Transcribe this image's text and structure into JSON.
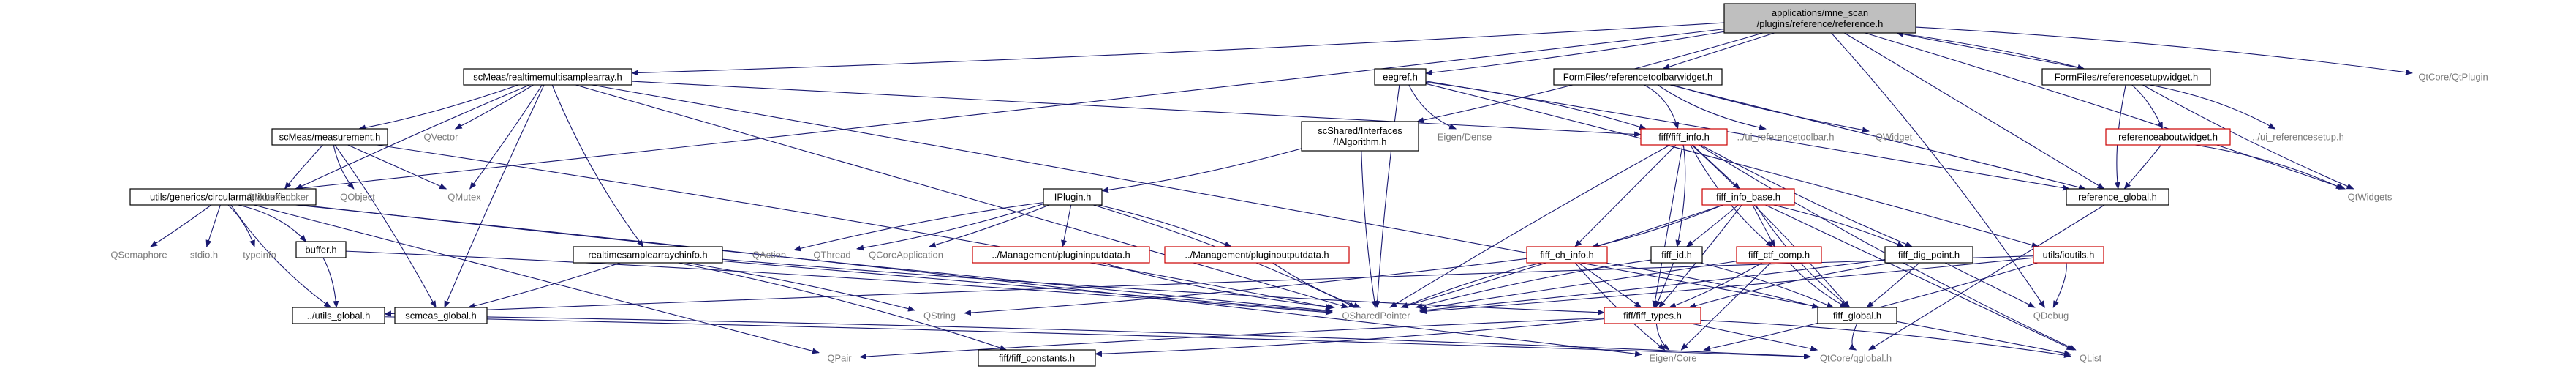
{
  "title": "applications/mne_scan/plugins/reference/reference.h include dependency graph",
  "colors": {
    "edge": "#191970",
    "box_border": "#000000",
    "missing_border": "#cc0000",
    "root_fill": "#bfbfbf",
    "gray_text": "#7a7a7a"
  },
  "nodes": [
    {
      "id": "root",
      "lines": [
        "applications/mne_scan",
        "/plugins/reference/reference.h"
      ],
      "style": "root"
    },
    {
      "id": "sc_realtime_multisample",
      "lines": [
        "scMeas/realtimemultisamplearray.h"
      ],
      "style": "box"
    },
    {
      "id": "eegref",
      "lines": [
        "eegref.h"
      ],
      "style": "box"
    },
    {
      "id": "toolbar_widget",
      "lines": [
        "FormFiles/referencetoolbarwidget.h"
      ],
      "style": "box"
    },
    {
      "id": "setup_widget",
      "lines": [
        "FormFiles/referencesetupwidget.h"
      ],
      "style": "box"
    },
    {
      "id": "qtcore_qtplugin",
      "lines": [
        "QtCore/QtPlugin"
      ],
      "style": "plain"
    },
    {
      "id": "sc_measurement",
      "lines": [
        "scMeas/measurement.h"
      ],
      "style": "box"
    },
    {
      "id": "qvector",
      "lines": [
        "QVector"
      ],
      "style": "plain"
    },
    {
      "id": "ialgorithm",
      "lines": [
        "scShared/Interfaces",
        "/IAlgorithm.h"
      ],
      "style": "box"
    },
    {
      "id": "fiff_info",
      "lines": [
        "fiff/fiff_info.h"
      ],
      "style": "red"
    },
    {
      "id": "eigen_dense",
      "lines": [
        "Eigen/Dense"
      ],
      "style": "plain"
    },
    {
      "id": "ui_toolbar",
      "lines": [
        "../ui_referencetoolbar.h"
      ],
      "style": "plain"
    },
    {
      "id": "qwidget",
      "lines": [
        "QWidget"
      ],
      "style": "plain"
    },
    {
      "id": "about_widget",
      "lines": [
        "referenceaboutwidget.h"
      ],
      "style": "red"
    },
    {
      "id": "ui_setup",
      "lines": [
        "../ui_referencesetup.h"
      ],
      "style": "plain"
    },
    {
      "id": "circular_buffer",
      "lines": [
        "utils/generics/circularmatrixbuffer.h"
      ],
      "style": "box"
    },
    {
      "id": "qmutexlocker",
      "lines": [
        "QMutexLocker"
      ],
      "style": "plain"
    },
    {
      "id": "qobject",
      "lines": [
        "QObject"
      ],
      "style": "plain"
    },
    {
      "id": "qmutex",
      "lines": [
        "QMutex"
      ],
      "style": "plain"
    },
    {
      "id": "iplugin",
      "lines": [
        "IPlugin.h"
      ],
      "style": "box"
    },
    {
      "id": "reference_global",
      "lines": [
        "reference_global.h"
      ],
      "style": "box"
    },
    {
      "id": "qwidgets",
      "lines": [
        "QtWidgets"
      ],
      "style": "plain"
    },
    {
      "id": "fiff_info_base",
      "lines": [
        "fiff_info_base.h"
      ],
      "style": "red"
    },
    {
      "id": "qsemaphore",
      "lines": [
        "QSemaphore"
      ],
      "style": "plain"
    },
    {
      "id": "stdio",
      "lines": [
        "stdio.h"
      ],
      "style": "plain"
    },
    {
      "id": "typeinfo",
      "lines": [
        "typeinfo"
      ],
      "style": "plain"
    },
    {
      "id": "buffer",
      "lines": [
        "buffer.h"
      ],
      "style": "box"
    },
    {
      "id": "realtime_sample_info",
      "lines": [
        "realtimesamplearraychinfo.h"
      ],
      "style": "box"
    },
    {
      "id": "qaction",
      "lines": [
        "QAction"
      ],
      "style": "plain"
    },
    {
      "id": "qthread",
      "lines": [
        "QThread"
      ],
      "style": "plain"
    },
    {
      "id": "qcoreapplication",
      "lines": [
        "QCoreApplication"
      ],
      "style": "plain"
    },
    {
      "id": "plugininputdata",
      "lines": [
        "../Management/plugininputdata.h"
      ],
      "style": "red"
    },
    {
      "id": "pluginoutputdata",
      "lines": [
        "../Management/pluginoutputdata.h"
      ],
      "style": "red"
    },
    {
      "id": "fiff_ch_info",
      "lines": [
        "fiff_ch_info.h"
      ],
      "style": "red"
    },
    {
      "id": "fiff_id",
      "lines": [
        "fiff_id.h"
      ],
      "style": "box"
    },
    {
      "id": "fiff_ctf_comp",
      "lines": [
        "fiff_ctf_comp.h"
      ],
      "style": "red"
    },
    {
      "id": "fiff_dig_point",
      "lines": [
        "fiff_dig_point.h"
      ],
      "style": "box"
    },
    {
      "id": "utils_ioutils",
      "lines": [
        "utils/ioutils.h"
      ],
      "style": "red"
    },
    {
      "id": "utils_global",
      "lines": [
        "../utils_global.h"
      ],
      "style": "box"
    },
    {
      "id": "scmeas_global",
      "lines": [
        "scmeas_global.h"
      ],
      "style": "box"
    },
    {
      "id": "qstring",
      "lines": [
        "QString"
      ],
      "style": "plain"
    },
    {
      "id": "qsharedpointer",
      "lines": [
        "QSharedPointer"
      ],
      "style": "plain"
    },
    {
      "id": "fiff_types",
      "lines": [
        "fiff/fiff_types.h"
      ],
      "style": "red"
    },
    {
      "id": "fiff_global",
      "lines": [
        "fiff_global.h"
      ],
      "style": "box"
    },
    {
      "id": "qdebug",
      "lines": [
        "QDebug"
      ],
      "style": "plain"
    },
    {
      "id": "qpair",
      "lines": [
        "QPair"
      ],
      "style": "plain"
    },
    {
      "id": "fiff_constants",
      "lines": [
        "fiff/fiff_constants.h"
      ],
      "style": "box"
    },
    {
      "id": "eigen_core",
      "lines": [
        "Eigen/Core"
      ],
      "style": "plain"
    },
    {
      "id": "qtcore_qglobal",
      "lines": [
        "QtCore/qglobal.h"
      ],
      "style": "plain"
    },
    {
      "id": "qlist",
      "lines": [
        "QList"
      ],
      "style": "plain"
    }
  ],
  "edges": [
    [
      "root",
      "sc_realtime_multisample"
    ],
    [
      "root",
      "eegref"
    ],
    [
      "root",
      "toolbar_widget"
    ],
    [
      "root",
      "setup_widget"
    ],
    [
      "root",
      "qtcore_qtplugin"
    ],
    [
      "root",
      "ialgorithm"
    ],
    [
      "root",
      "circular_buffer"
    ],
    [
      "root",
      "reference_global"
    ],
    [
      "root",
      "qwidgets"
    ],
    [
      "root",
      "qdebug"
    ],
    [
      "sc_realtime_multisample",
      "sc_measurement"
    ],
    [
      "sc_realtime_multisample",
      "qvector"
    ],
    [
      "sc_realtime_multisample",
      "fiff_info"
    ],
    [
      "sc_realtime_multisample",
      "qmutexlocker"
    ],
    [
      "sc_realtime_multisample",
      "qmutex"
    ],
    [
      "sc_realtime_multisample",
      "realtime_sample_info"
    ],
    [
      "sc_realtime_multisample",
      "scmeas_global"
    ],
    [
      "sc_realtime_multisample",
      "qsharedpointer"
    ],
    [
      "sc_realtime_multisample",
      "qlist"
    ],
    [
      "eegref",
      "fiff_info"
    ],
    [
      "eegref",
      "eigen_dense"
    ],
    [
      "eegref",
      "qsharedpointer"
    ],
    [
      "eegref",
      "reference_global"
    ],
    [
      "eegref",
      "utils_ioutils"
    ],
    [
      "toolbar_widget",
      "fiff_info"
    ],
    [
      "toolbar_widget",
      "ui_toolbar"
    ],
    [
      "toolbar_widget",
      "qwidget"
    ],
    [
      "toolbar_widget",
      "reference_global"
    ],
    [
      "setup_widget",
      "about_widget"
    ],
    [
      "setup_widget",
      "ui_setup"
    ],
    [
      "setup_widget",
      "reference_global"
    ],
    [
      "setup_widget",
      "qwidgets"
    ],
    [
      "setup_widget",
      "root"
    ],
    [
      "about_widget",
      "reference_global"
    ],
    [
      "about_widget",
      "qwidgets"
    ],
    [
      "sc_measurement",
      "qmutexlocker"
    ],
    [
      "sc_measurement",
      "qobject"
    ],
    [
      "sc_measurement",
      "qmutex"
    ],
    [
      "sc_measurement",
      "scmeas_global"
    ],
    [
      "sc_measurement",
      "qsharedpointer"
    ],
    [
      "ialgorithm",
      "iplugin"
    ],
    [
      "ialgorithm",
      "qsharedpointer"
    ],
    [
      "fiff_info",
      "fiff_info_base"
    ],
    [
      "fiff_info",
      "fiff_ch_info"
    ],
    [
      "fiff_info",
      "fiff_id"
    ],
    [
      "fiff_info",
      "fiff_ctf_comp"
    ],
    [
      "fiff_info",
      "fiff_dig_point"
    ],
    [
      "fiff_info",
      "fiff_types"
    ],
    [
      "fiff_info",
      "fiff_global"
    ],
    [
      "fiff_info",
      "qsharedpointer"
    ],
    [
      "fiff_info",
      "qlist"
    ],
    [
      "circular_buffer",
      "qsemaphore"
    ],
    [
      "circular_buffer",
      "stdio"
    ],
    [
      "circular_buffer",
      "typeinfo"
    ],
    [
      "circular_buffer",
      "buffer"
    ],
    [
      "circular_buffer",
      "utils_global"
    ],
    [
      "circular_buffer",
      "qsharedpointer"
    ],
    [
      "circular_buffer",
      "qpair"
    ],
    [
      "circular_buffer",
      "eigen_core"
    ],
    [
      "iplugin",
      "qaction"
    ],
    [
      "iplugin",
      "qthread"
    ],
    [
      "iplugin",
      "qcoreapplication"
    ],
    [
      "iplugin",
      "plugininputdata"
    ],
    [
      "iplugin",
      "pluginoutputdata"
    ],
    [
      "iplugin",
      "qsharedpointer"
    ],
    [
      "fiff_info_base",
      "fiff_ch_info"
    ],
    [
      "fiff_info_base",
      "fiff_id"
    ],
    [
      "fiff_info_base",
      "fiff_ctf_comp"
    ],
    [
      "fiff_info_base",
      "fiff_dig_point"
    ],
    [
      "fiff_info_base",
      "fiff_types"
    ],
    [
      "fiff_info_base",
      "fiff_global"
    ],
    [
      "fiff_info_base",
      "qsharedpointer"
    ],
    [
      "fiff_info_base",
      "qlist"
    ],
    [
      "buffer",
      "utils_global"
    ],
    [
      "buffer",
      "qsharedpointer"
    ],
    [
      "realtime_sample_info",
      "fiff_types"
    ],
    [
      "realtime_sample_info",
      "scmeas_global"
    ],
    [
      "realtime_sample_info",
      "qsharedpointer"
    ],
    [
      "realtime_sample_info",
      "qstring"
    ],
    [
      "realtime_sample_info",
      "fiff_constants"
    ],
    [
      "plugininputdata",
      "qsharedpointer"
    ],
    [
      "pluginoutputdata",
      "qsharedpointer"
    ],
    [
      "fiff_ch_info",
      "fiff_types"
    ],
    [
      "fiff_ch_info",
      "fiff_global"
    ],
    [
      "fiff_ch_info",
      "qsharedpointer"
    ],
    [
      "fiff_ch_info",
      "qstring"
    ],
    [
      "fiff_ch_info",
      "eigen_core"
    ],
    [
      "fiff_id",
      "fiff_types"
    ],
    [
      "fiff_id",
      "fiff_global"
    ],
    [
      "fiff_id",
      "qsharedpointer"
    ],
    [
      "fiff_ctf_comp",
      "fiff_types"
    ],
    [
      "fiff_ctf_comp",
      "fiff_global"
    ],
    [
      "fiff_ctf_comp",
      "qsharedpointer"
    ],
    [
      "fiff_ctf_comp",
      "eigen_core"
    ],
    [
      "fiff_dig_point",
      "fiff_types"
    ],
    [
      "fiff_dig_point",
      "fiff_global"
    ],
    [
      "fiff_dig_point",
      "qsharedpointer"
    ],
    [
      "fiff_dig_point",
      "qdebug"
    ],
    [
      "utils_ioutils",
      "utils_global"
    ],
    [
      "utils_ioutils",
      "qdebug"
    ],
    [
      "utils_ioutils",
      "eigen_core"
    ],
    [
      "utils_ioutils",
      "qsharedpointer"
    ],
    [
      "reference_global",
      "qtcore_qglobal"
    ],
    [
      "utils_global",
      "qtcore_qglobal"
    ],
    [
      "scmeas_global",
      "qtcore_qglobal"
    ],
    [
      "fiff_types",
      "fiff_constants"
    ],
    [
      "fiff_types",
      "eigen_core"
    ],
    [
      "fiff_types",
      "qtcore_qglobal"
    ],
    [
      "fiff_types",
      "qpair"
    ],
    [
      "fiff_types",
      "qlist"
    ],
    [
      "fiff_global",
      "qtcore_qglobal"
    ]
  ]
}
